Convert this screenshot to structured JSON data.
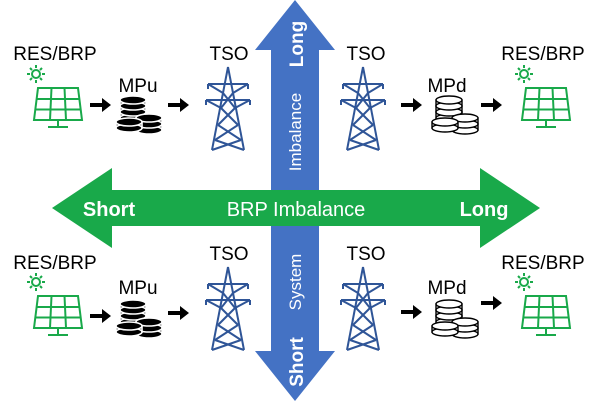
{
  "labels": {
    "res_brp": "RES/BRP",
    "tso": "TSO",
    "mpu": "MPu",
    "mpd": "MPd"
  },
  "horizontal_axis": {
    "center": "BRP Imbalance",
    "left": "Short",
    "right": "Long",
    "color": "#19A94A"
  },
  "vertical_axis": {
    "top": "Long",
    "bottom": "Short",
    "upper": "Imbalance",
    "lower": "System",
    "color": "#4472C4"
  },
  "colors": {
    "solar": "#19A94A",
    "tower": "#2F5597",
    "coins_filled": "#000000",
    "coins_outline": "#ffffff"
  },
  "icons": [
    "solar-panel-icon",
    "sun-icon",
    "coins-icon",
    "transmission-tower-icon",
    "right-arrow-icon"
  ]
}
